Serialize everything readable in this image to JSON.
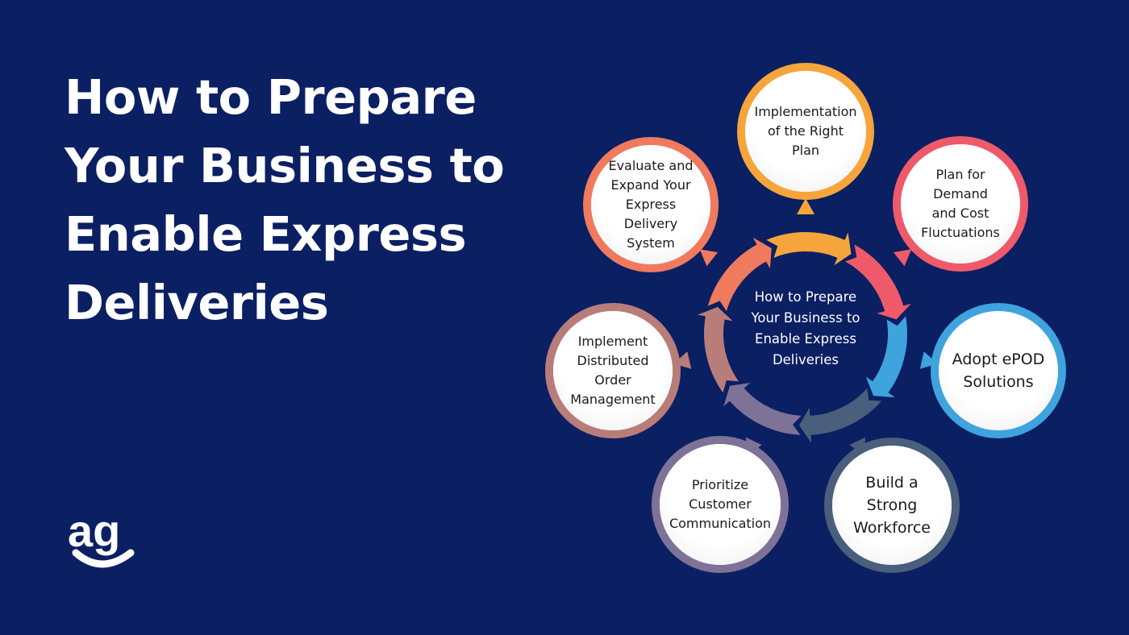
{
  "heading": {
    "lines": [
      "How to Prepare",
      "Your Business to",
      "Enable Express",
      "Deliveries"
    ]
  },
  "center": {
    "lines": [
      "How to Prepare",
      "Your Business to",
      "Enable Express",
      "Deliveries"
    ]
  },
  "nodes": [
    {
      "id": "implementation",
      "lines": [
        "Implementation",
        "of the Right",
        "Plan"
      ],
      "color": "#f5a53b"
    },
    {
      "id": "demand",
      "lines": [
        "Plan for Demand",
        "and Cost",
        "Fluctuations"
      ],
      "color": "#ee5a6a"
    },
    {
      "id": "epod",
      "lines": [
        "Adopt ePOD",
        "Solutions"
      ],
      "color": "#3fa3dd"
    },
    {
      "id": "workforce",
      "lines": [
        "Build a",
        "Strong",
        "Workforce"
      ],
      "color": "#4a5f7c"
    },
    {
      "id": "communication",
      "lines": [
        "Prioritize",
        "Customer",
        "Communication"
      ],
      "color": "#7e7297"
    },
    {
      "id": "order",
      "lines": [
        "Implement",
        "Distributed Order",
        "Management"
      ],
      "color": "#b97d79"
    },
    {
      "id": "evaluate",
      "lines": [
        "Evaluate and",
        "Expand Your",
        "Express Delivery",
        "System"
      ],
      "color": "#ef7a5e"
    }
  ],
  "colors": {
    "background": "#0b1f63",
    "text": "#ffffff"
  },
  "logo": {
    "text": "ag",
    "icon": "smile-logo-icon"
  }
}
